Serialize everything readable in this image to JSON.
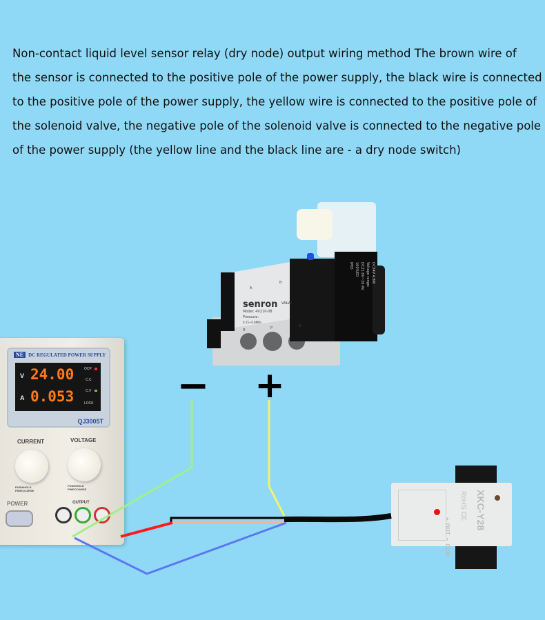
{
  "caption": {
    "lines": [
      "Non-contact liquid level sensor relay (dry node) output wiring method The brown wire of",
      "the sensor is connected to the positive pole of the power supply, the black wire is connected",
      "to the positive pole of the power supply, the yellow wire is connected to the positive pole of",
      "the solenoid valve, the negative pole of the solenoid valve is connected to the negative pole",
      "of the power supply (the yellow line and the black line are - a dry node switch)"
    ]
  },
  "power_supply": {
    "logo": "NE",
    "brand": "DC REGULATED POWER SUPPLY",
    "voltage_unit": "V",
    "voltage": "24.00",
    "current_unit": "A",
    "current": "0.053",
    "ocp": "OCP",
    "cc": "C.C",
    "cv": "C.V",
    "lock": "LOCK",
    "model": "QJ3005T",
    "current_label": "CURRENT",
    "voltage_label": "VOLTAGE",
    "knob_sub": "PUSH/HOLD FINE/COARSE",
    "power_label": "POWER",
    "output_label": "OUTPUT"
  },
  "valve": {
    "brand": "senron",
    "valve_word": "VALVE",
    "model": "Model: 4V210-08",
    "pressure": "Pressure:",
    "pressure_range": "0.15~0.8MPa",
    "ports": [
      "A",
      "B",
      "R",
      "P",
      "S"
    ],
    "coil_text": [
      "DC24V 4.8W",
      "Voltage range:",
      "DC21.6V~26.4V",
      "100%ED",
      "IP65"
    ]
  },
  "signs": {
    "minus": "−",
    "plus": "+"
  },
  "sensor": {
    "model": "XKC-Y28",
    "cert": "RoHS CE",
    "pins": [
      "+",
      "OUT",
      "−",
      "COM"
    ]
  },
  "colors": {
    "background": "#8fd9f7",
    "brown_wire": "#e8b9a0",
    "black_wire": "#000000",
    "yellow_wire": "#f3f36a",
    "green_wire": "#9ff08a",
    "red_wire": "#ff1a1a",
    "blue_wire": "#5a78f0"
  }
}
